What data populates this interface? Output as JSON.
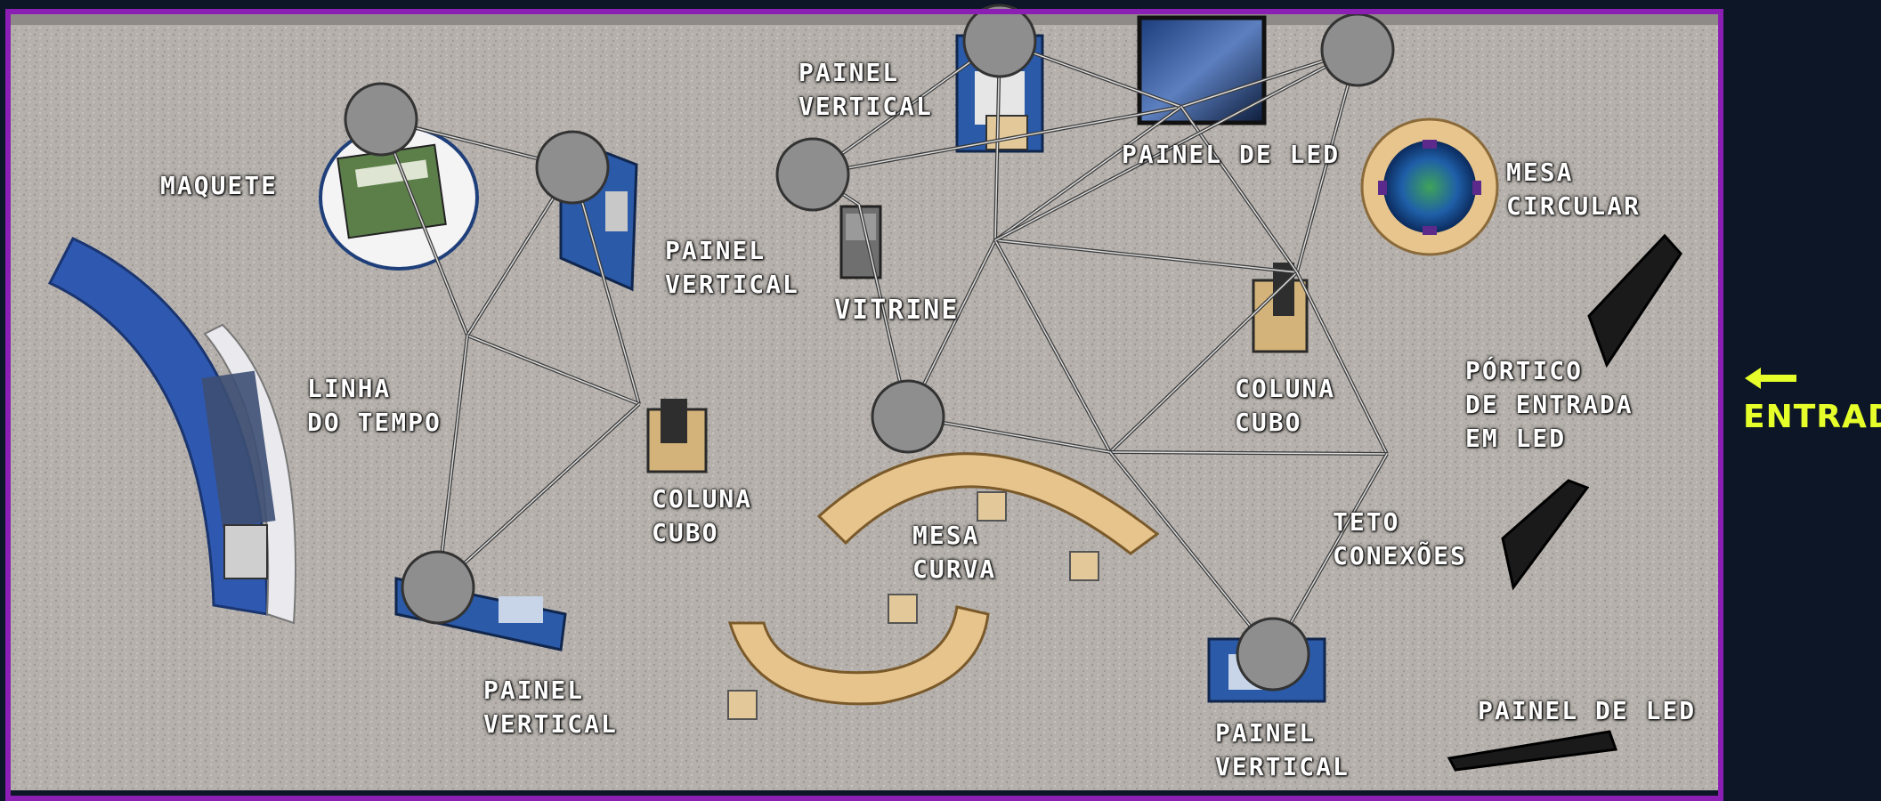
{
  "colors": {
    "background": "#0c1626",
    "border": "#8b1fb3",
    "floor": "#b7b2ad",
    "node": "#8e8e8e",
    "entrance": "#e6ff2a",
    "label": "#ffffff"
  },
  "labels": {
    "maquete": "MAQUETE",
    "painel_vertical_1": "PAINEL\nVERTICAL",
    "painel_vertical_2": "PAINEL\nVERTICAL",
    "painel_vertical_3": "PAINEL\nVERTICAL",
    "painel_vertical_4": "PAINEL\nVERTICAL",
    "painel_de_led_top": "PAINEL DE LED",
    "painel_de_led_bottom": "PAINEL DE LED",
    "mesa_circular": "MESA\nCIRCULAR",
    "vitrine": "VITRINE",
    "linha_do_tempo": "LINHA\nDO TEMPO",
    "coluna_cubo_1": "COLUNA\nCUBO",
    "coluna_cubo_2": "COLUNA\nCUBO",
    "mesa_curva": "MESA\nCURVA",
    "portico": "PÓRTICO\nDE ENTRADA\nEM LED",
    "teto_conexoes": "TETO\nCONEXÕES",
    "entrada": "ENTRADA"
  },
  "icons": {
    "entrance_arrow": "arrow-left-icon"
  }
}
